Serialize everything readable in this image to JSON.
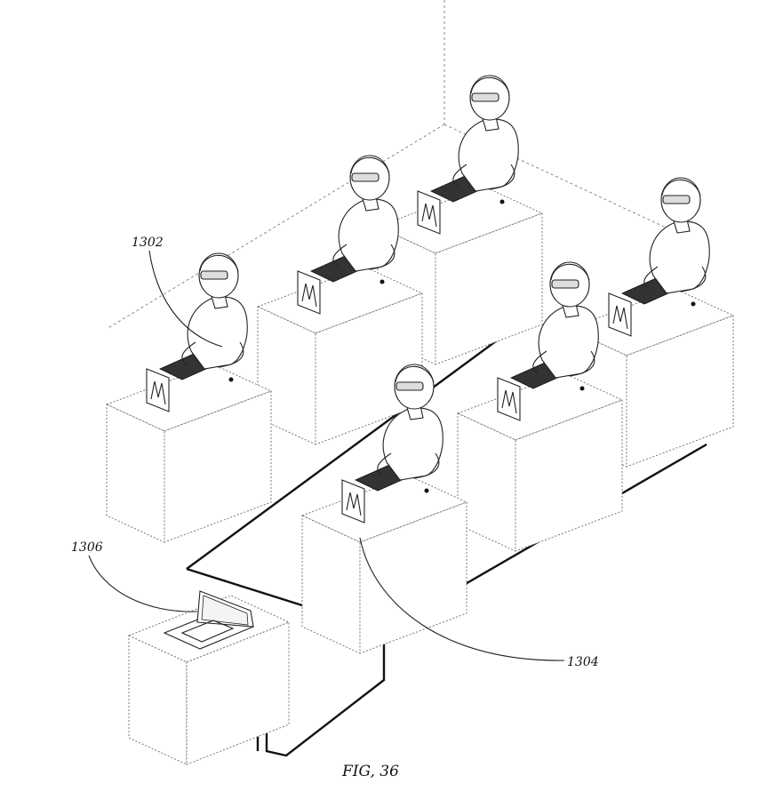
{
  "figure": {
    "caption": "FIG, 36"
  },
  "labels": {
    "ref_1302": "1302",
    "ref_1304": "1304",
    "ref_1306": "1306"
  },
  "scene": {
    "workstations": 6,
    "server_terminal": 1
  },
  "colors": {
    "ink": "#222222",
    "background": "#ffffff"
  }
}
